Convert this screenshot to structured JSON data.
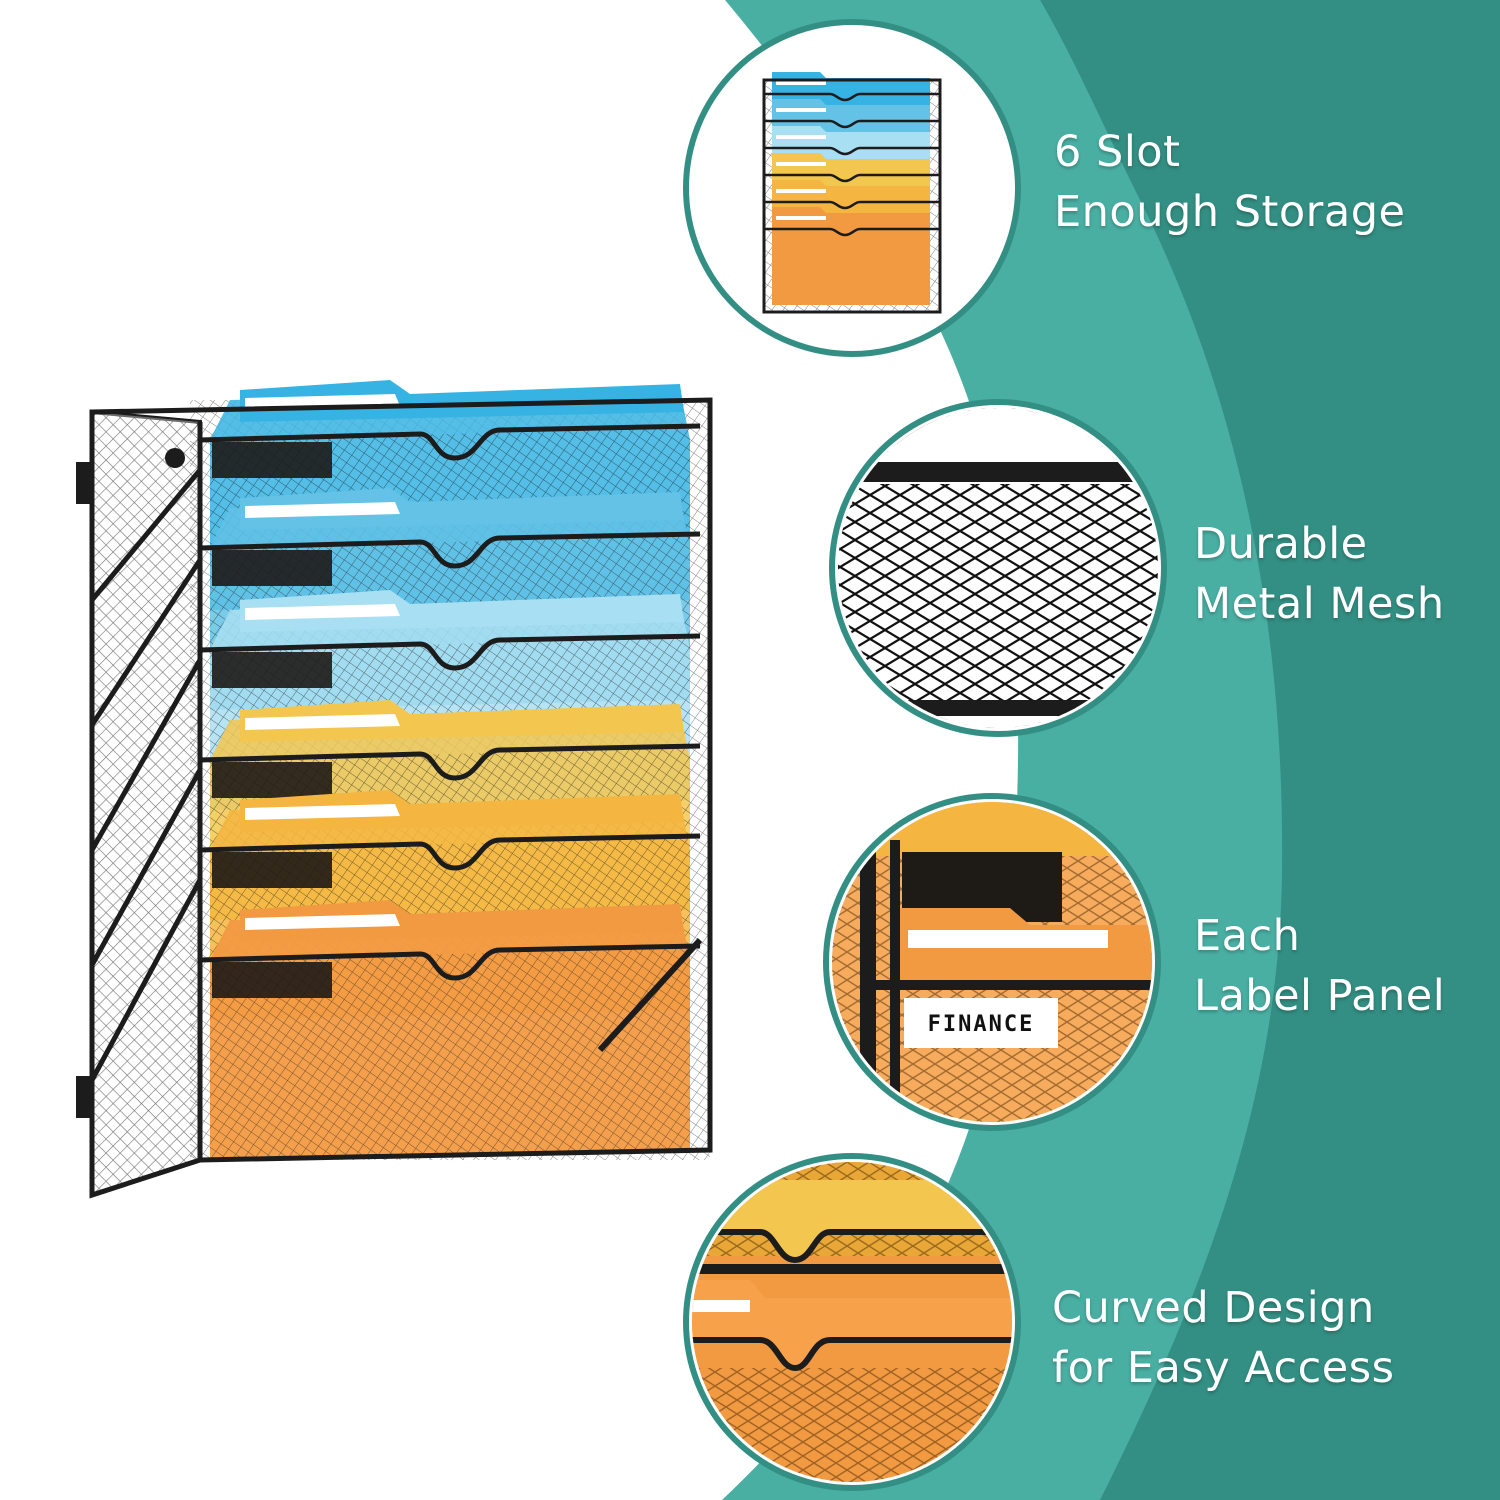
{
  "colors": {
    "teal_light": "#4aafa3",
    "teal_dark": "#338f83",
    "frame": "#1c1c1c",
    "folders": [
      "#36b3e3",
      "#63c2e6",
      "#a9dff2",
      "#f3c74f",
      "#f4b640",
      "#f29a42"
    ]
  },
  "product": {
    "name": "wall-mounted-mesh-file-organizer",
    "slot_count": 6
  },
  "features": [
    {
      "id": "slots",
      "line1": "6 Slot",
      "line2": "Enough Storage",
      "icon": "folder-stack-icon"
    },
    {
      "id": "mesh",
      "line1": "Durable",
      "line2": "Metal Mesh",
      "icon": "mesh-closeup-icon"
    },
    {
      "id": "label",
      "line1": "Each",
      "line2": "Label Panel",
      "icon": "label-panel-icon",
      "label_text": "FINANCE"
    },
    {
      "id": "curved",
      "line1": "Curved Design",
      "line2": "for Easy Access",
      "icon": "curved-edge-icon"
    }
  ]
}
